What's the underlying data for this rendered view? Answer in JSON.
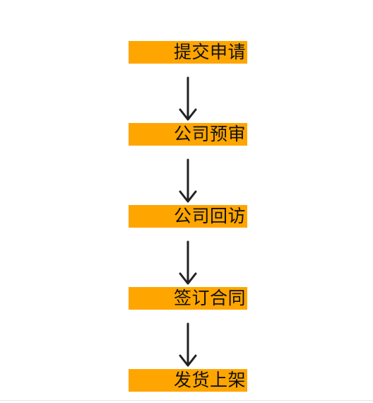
{
  "colors": {
    "box_fill": "#FFA500",
    "box_text": "#111111",
    "arrow": "#222222",
    "background": "#FFFFFF"
  },
  "flow": {
    "steps": [
      {
        "label": "提交申请"
      },
      {
        "label": "公司预审"
      },
      {
        "label": "公司回访"
      },
      {
        "label": "签订合同"
      },
      {
        "label": "发货上架"
      }
    ]
  }
}
